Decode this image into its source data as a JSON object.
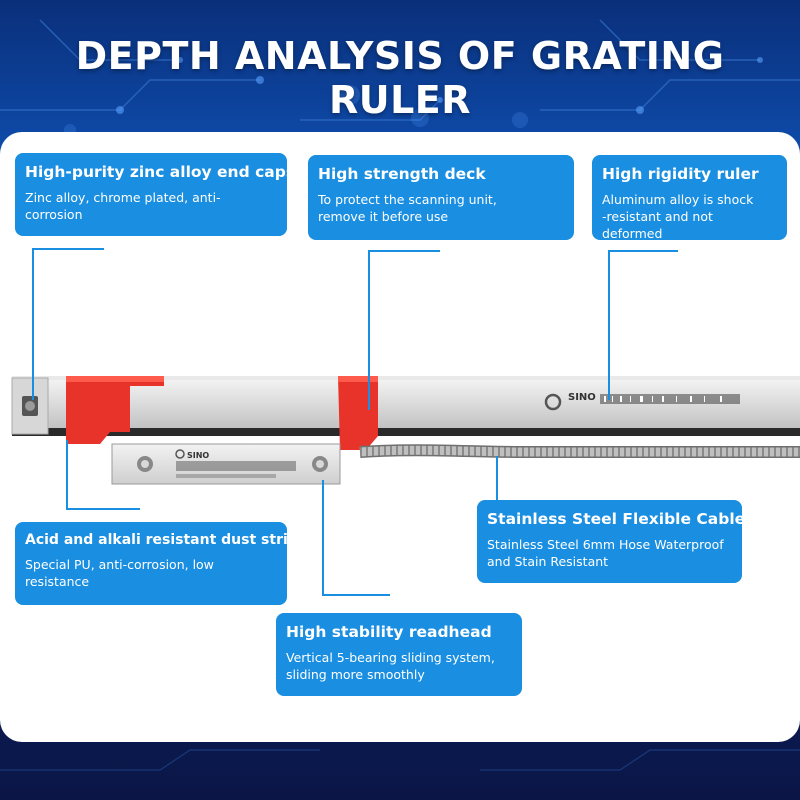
{
  "page": {
    "title": "DEPTH ANALYSIS OF GRATING RULER",
    "colors": {
      "callout_bg": "#1a8ee0",
      "background": "#0b2f80",
      "end_cap": "#e8332a"
    }
  },
  "callouts": [
    {
      "key": "end_caps",
      "title": "High-purity zinc alloy end caps",
      "desc": [
        "Zinc alloy, chrome plated, anti-corrosion"
      ]
    },
    {
      "key": "deck",
      "title": "High strength deck",
      "desc": [
        "To protect the scanning unit,",
        "remove it before use"
      ]
    },
    {
      "key": "ruler",
      "title": "High rigidity ruler",
      "desc": [
        "Aluminum alloy is shock",
        "-resistant and not deformed"
      ]
    },
    {
      "key": "dust_strip",
      "title": "Acid and alkali resistant dust strip",
      "desc": [
        "Special PU, anti-corrosion, low resistance"
      ]
    },
    {
      "key": "readhead",
      "title": "High stability readhead",
      "desc": [
        "Vertical 5-bearing sliding system,",
        "sliding more smoothly"
      ]
    },
    {
      "key": "cable",
      "title": "Stainless Steel Flexible Cable",
      "desc": [
        "Stainless Steel 6mm Hose Waterproof",
        "and Stain Resistant"
      ]
    }
  ],
  "product": {
    "ruler_brand": "SINO",
    "readhead_brand": "SINO"
  }
}
